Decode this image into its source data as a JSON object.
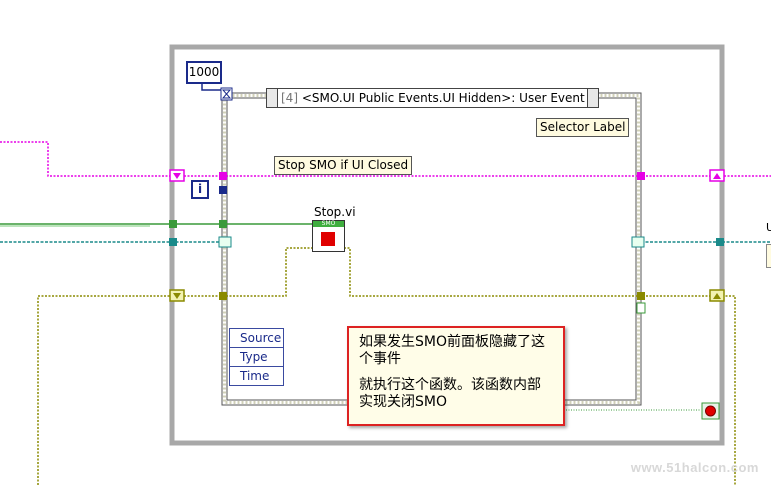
{
  "timeout_constant": "1000",
  "event_case": {
    "index": "[4]",
    "selector_text": "<SMO.UI Public Events.UI Hidden>: User Event"
  },
  "labels": {
    "selector_label": "Selector Label",
    "comment": "Stop SMO if UI Closed",
    "subvi_name": "Stop.vi",
    "subvi_header": "SMO",
    "iteration": "i",
    "cut_label": "U"
  },
  "event_data_nodes": [
    "Source",
    "Type",
    "Time"
  ],
  "callout": {
    "line1": "如果发生SMO前面板隐藏了这个事件",
    "line2": "就执行这个函数。该函数内部实现关闭SMO"
  },
  "watermark": "www.51halcon.com",
  "colors": {
    "loop_border": "#a8a8a8",
    "class_wire": "#e600e6",
    "cluster_wire": "#8a8a00",
    "refnum_wire": "#1a8a8a",
    "error_wire": "#3a9a3a",
    "stop_red": "#e00000",
    "callout_border": "#dd2222"
  }
}
